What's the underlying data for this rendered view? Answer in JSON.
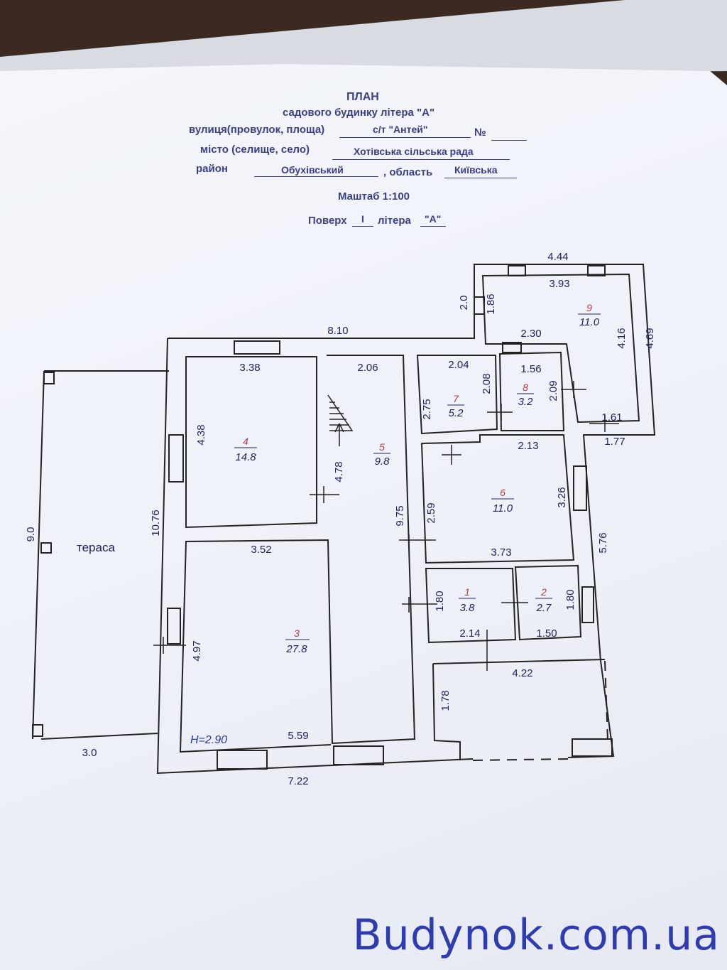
{
  "header": {
    "title": "ПЛАН",
    "subtitle": "садового будинку літера \"А\"",
    "street_label": "вулиця(провулок, площа)",
    "street_value": "с/т \"Антей\"",
    "number_label": "№",
    "village_label": "місто (селище, село)",
    "village_value": "Хотівська сільська рада",
    "district_label": "район",
    "district_value": "Обухівський",
    "region_label": ", область",
    "region_value": "Київська",
    "scale": "Маштаб 1:100",
    "floor_label": "Поверх",
    "floor_value": "I",
    "litera_label": "літера",
    "litera_value": "\"А\""
  },
  "rooms": [
    {
      "num": "1",
      "area": "3.8"
    },
    {
      "num": "2",
      "area": "2.7"
    },
    {
      "num": "3",
      "area": "27.8"
    },
    {
      "num": "4",
      "area": "14.8"
    },
    {
      "num": "5",
      "area": "9.8"
    },
    {
      "num": "6",
      "area": "11.0"
    },
    {
      "num": "7",
      "area": "5.2"
    },
    {
      "num": "8",
      "area": "3.2"
    },
    {
      "num": "9",
      "area": "11.0"
    }
  ],
  "terrace_label": "тераса",
  "height_label": "H=2.90",
  "dims": {
    "d444": "4.44",
    "d393": "3.93",
    "d20": "2.0",
    "d186": "1.86",
    "d810": "8.10",
    "d230": "2.30",
    "d416": "4.16",
    "d469": "4.69",
    "d338": "3.38",
    "d206": "2.06",
    "d204": "2.04",
    "d156": "1.56",
    "d208": "2.08",
    "d209": "2.09",
    "d275": "2.75",
    "d161": "1.61",
    "d177": "1.77",
    "d438": "4.38",
    "d478": "4.78",
    "d213": "2.13",
    "d326": "3.26",
    "d90": "9.0",
    "d1076": "10.76",
    "d975": "9.75",
    "d259": "2.59",
    "d576": "5.76",
    "d352": "3.52",
    "d373": "3.73",
    "d180a": "1.80",
    "d180b": "1.80",
    "d214": "2.14",
    "d150": "1.50",
    "d497": "4.97",
    "d422": "4.22",
    "d178": "1.78",
    "d559": "5.59",
    "d30": "3.0",
    "d722": "7.22"
  },
  "watermark": "Budynok.com.ua"
}
